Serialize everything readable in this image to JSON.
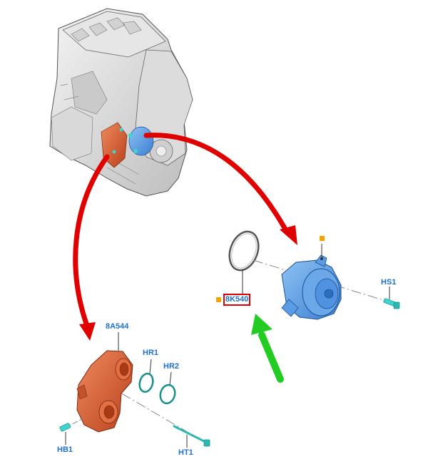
{
  "diagram": {
    "callouts": {
      "water_pump_part": "8K540",
      "thermostat_housing_part": "8A544",
      "ring_1": "HR1",
      "ring_2": "HR2",
      "pump_bolt": "HS1",
      "housing_bolt_1": "HB1",
      "housing_bolt_2": "HT1"
    },
    "colors": {
      "highlight_arrow": "#e00000",
      "indicator_arrow": "#22cc22",
      "pump_part": "#4f93e0",
      "housing_part": "#d9532b",
      "fastener": "#3ad6cf",
      "callout_text": "#1f6fd1",
      "marker": "#f5a300",
      "selection_box": "#e00000"
    },
    "icons": [
      "engine-block-illustration",
      "water-pump-illustration",
      "thermostat-housing-illustration",
      "o-ring-illustration",
      "bolt-illustration"
    ]
  }
}
